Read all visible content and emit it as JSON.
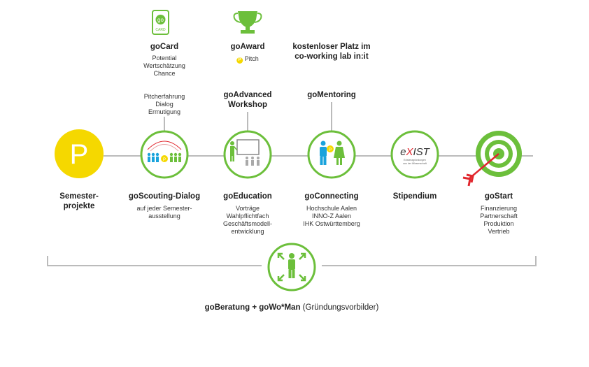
{
  "colors": {
    "green": "#6cbf3b",
    "line": "#bbbbbb",
    "yellow": "#f5d800",
    "blue": "#1aa3dc",
    "red": "#e1262d",
    "gray": "#a9a9a9"
  },
  "top": {
    "gocard": {
      "icon_text": "go",
      "icon_sub": "CARD",
      "title": "goCard",
      "lines1": [
        "Potential",
        "Wertschätzung",
        "Chance"
      ],
      "lines2": [
        "Pitcherfahrung",
        "Dialog",
        "Ermutigung"
      ]
    },
    "goaward": {
      "title": "goAward",
      "badge": "P",
      "pitch": "Pitch",
      "title2": [
        "goAdvanced",
        "Workshop"
      ]
    },
    "coworking": {
      "title": [
        "kostenloser Platz im",
        "co-working lab in:it"
      ],
      "title2": "goMentoring"
    }
  },
  "stages": [
    {
      "id": "semester",
      "title": [
        "Semester-",
        "projekte"
      ],
      "lines": [],
      "icon": "P"
    },
    {
      "id": "scouting",
      "title": [
        "goScouting-Dialog"
      ],
      "lines": [
        "auf jeder Semester-",
        "ausstellung"
      ],
      "icon": "people-p"
    },
    {
      "id": "education",
      "title": [
        "goEducation"
      ],
      "lines": [
        "Vorträge",
        "Wahlpflichtfach",
        "Geschäftsmodell-",
        "entwicklung"
      ],
      "icon": "presenter"
    },
    {
      "id": "connecting",
      "title": [
        "goConnecting"
      ],
      "lines": [
        "Hochschule Aalen",
        "INNO-Z Aalen",
        "IHK Ostwürttemberg"
      ],
      "icon": "couple"
    },
    {
      "id": "stipendium",
      "title": [
        "Stipendium"
      ],
      "lines": [],
      "icon": "exist",
      "logo_text": "eXIST",
      "logo_sub": [
        "Existenzgründungen",
        "aus der Wissenschaft"
      ]
    },
    {
      "id": "start",
      "title": [
        "goStart"
      ],
      "lines": [
        "Finanzierung",
        "Partnerschaft",
        "Produktion",
        "Vertrieb"
      ],
      "icon": "target"
    }
  ],
  "bottom": {
    "title": "goBeratung + goWo*Man",
    "subtitle": " (Gründungsvorbilder)"
  }
}
